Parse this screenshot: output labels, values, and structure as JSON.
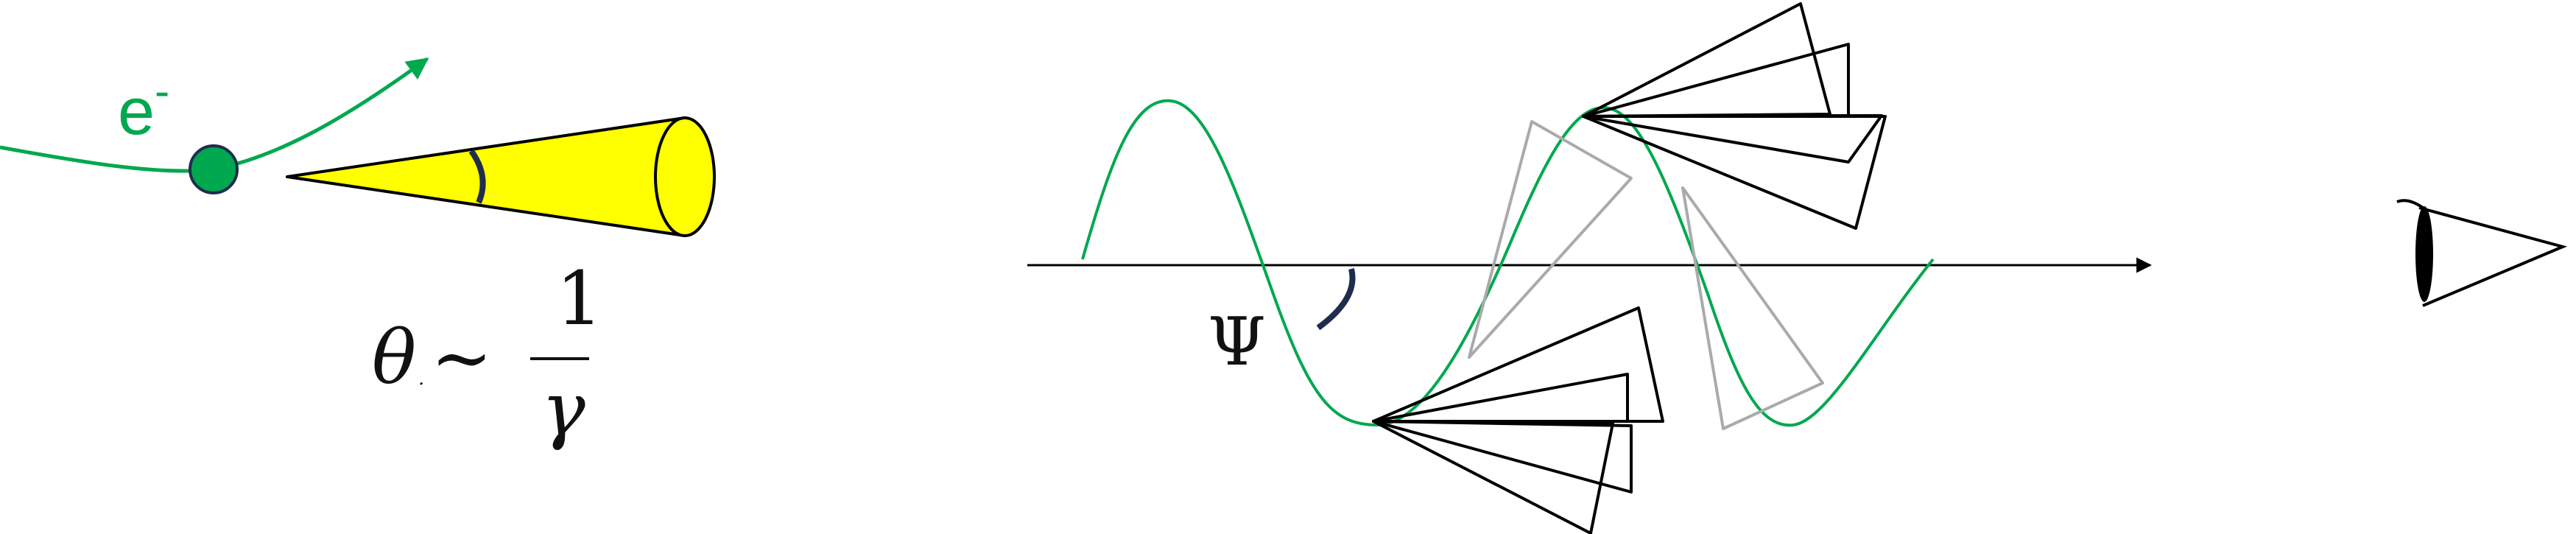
{
  "electron": {
    "symbol": "e",
    "charge": "-"
  },
  "formula": {
    "theta": "θ",
    "approx": "∼",
    "numerator": "1",
    "denominator": "γ"
  },
  "angle_label": "Ψ",
  "colors": {
    "electron_green": "#00A84F",
    "cone_yellow": "#FFFF00",
    "angle_arc_navy": "#1F2D4D",
    "outline": "#000000",
    "faded_cone": "#AAAAAA",
    "eye_black": "#000000"
  },
  "icons": [
    "electron-dot",
    "emission-cone-icon",
    "eye-icon",
    "axis-arrow-icon"
  ]
}
